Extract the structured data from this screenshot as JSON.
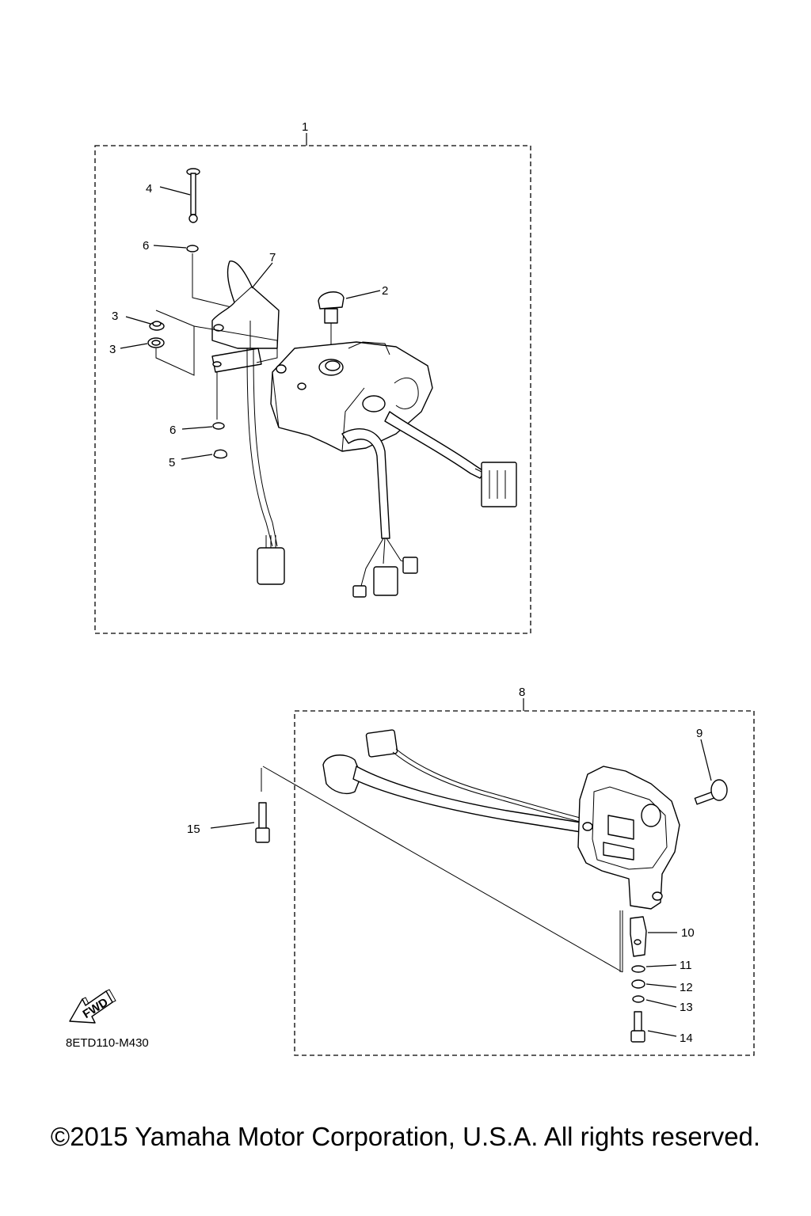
{
  "diagram": {
    "callouts": {
      "c1": "1",
      "c2": "2",
      "c3a": "3",
      "c3b": "3",
      "c4": "4",
      "c5": "5",
      "c6a": "6",
      "c6b": "6",
      "c7": "7",
      "c8": "8",
      "c9": "9",
      "c10": "10",
      "c11": "11",
      "c12": "12",
      "c13": "13",
      "c14": "14",
      "c15": "15"
    },
    "fwd_label": "FWD",
    "drawing_code": "8ETD110-M430"
  },
  "footer": {
    "copyright": "©2015 Yamaha Motor Corporation, U.S.A. All rights reserved."
  }
}
